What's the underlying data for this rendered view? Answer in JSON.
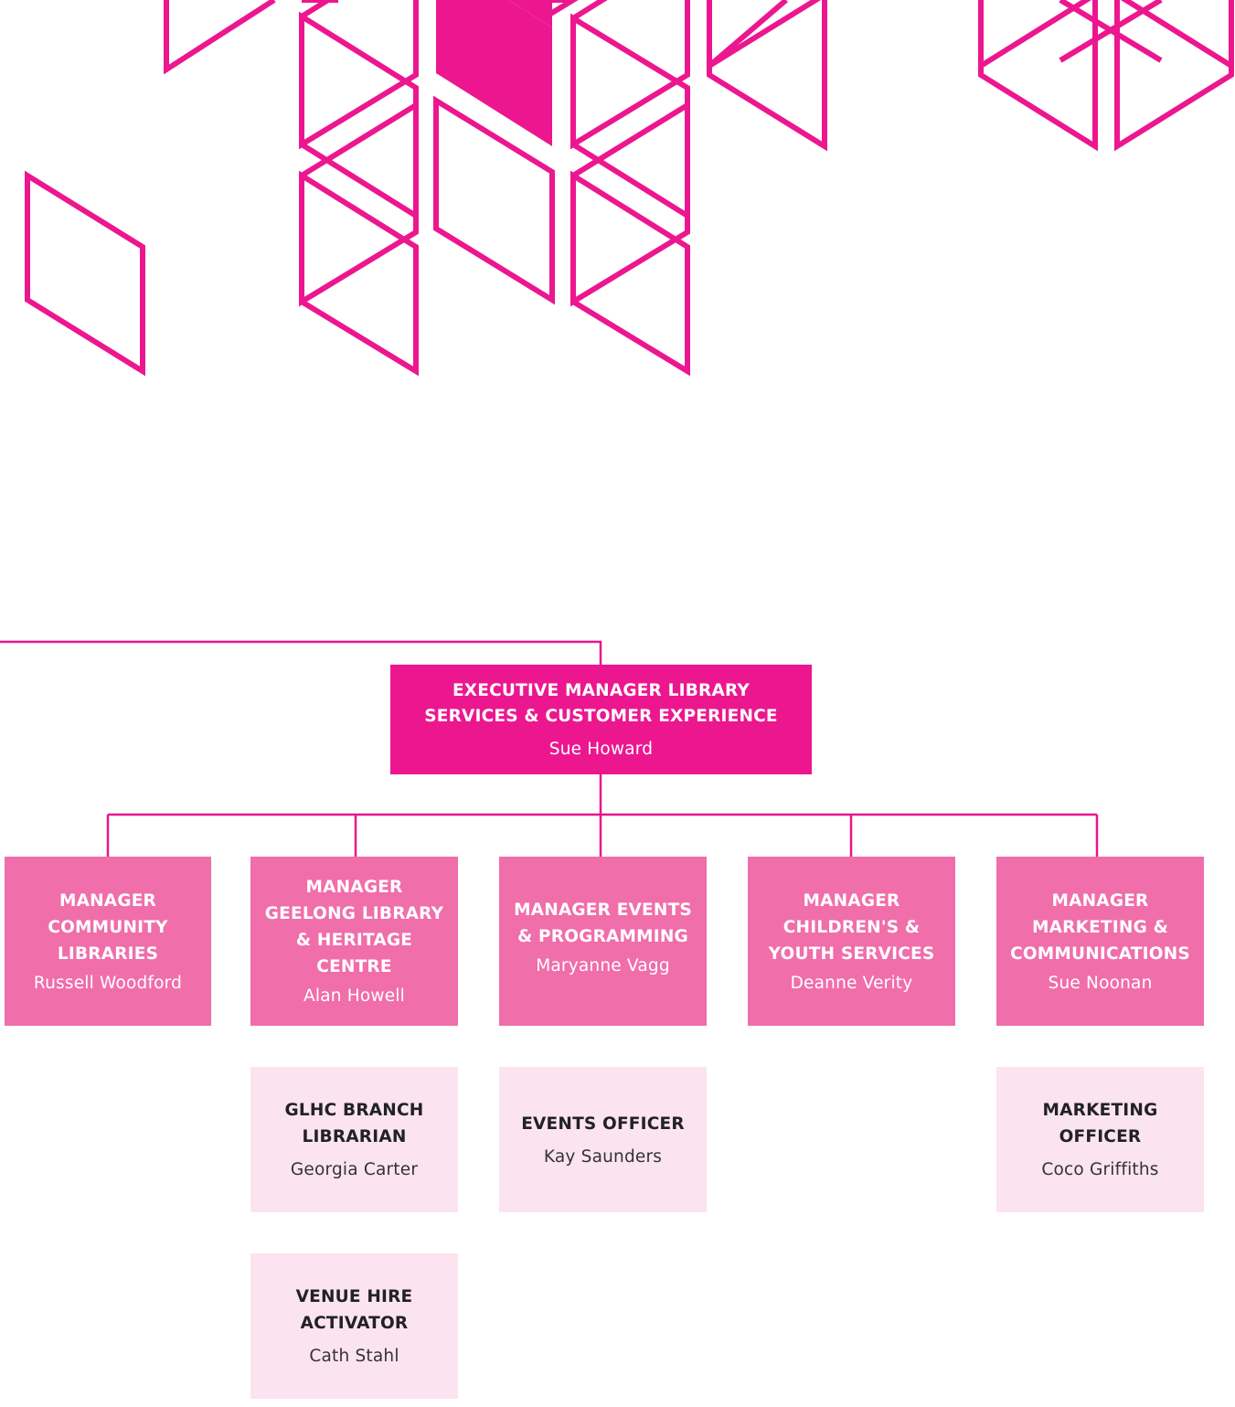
{
  "colors": {
    "accent": "#ec178f",
    "manager_box": "#f06eaa",
    "staff_box": "#fbe4ef",
    "connector": "#e8168d"
  },
  "executive": {
    "title": "EXECUTIVE MANAGER LIBRARY SERVICES & CUSTOMER EXPERIENCE",
    "name": "Sue Howard"
  },
  "managers": [
    {
      "title": "MANAGER COMMUNITY LIBRARIES",
      "name": "Russell Woodford"
    },
    {
      "title": "MANAGER GEELONG LIBRARY & HERITAGE CENTRE",
      "name": "Alan Howell"
    },
    {
      "title": "MANAGER EVENTS & PROGRAMMING",
      "name": "Maryanne Vagg"
    },
    {
      "title": "MANAGER CHILDREN'S & YOUTH SERVICES",
      "name": "Deanne Verity"
    },
    {
      "title": "MANAGER MARKETING & COMMUNICATIONS",
      "name": "Sue Noonan"
    }
  ],
  "staff": [
    {
      "title": "GLHC BRANCH LIBRARIAN",
      "name": "Georgia Carter"
    },
    {
      "title": "VENUE HIRE ACTIVATOR",
      "name": "Cath Stahl"
    },
    {
      "title": "EVENTS OFFICER",
      "name": "Kay Saunders"
    },
    {
      "title": "MARKETING OFFICER",
      "name": "Coco Griffiths"
    }
  ]
}
